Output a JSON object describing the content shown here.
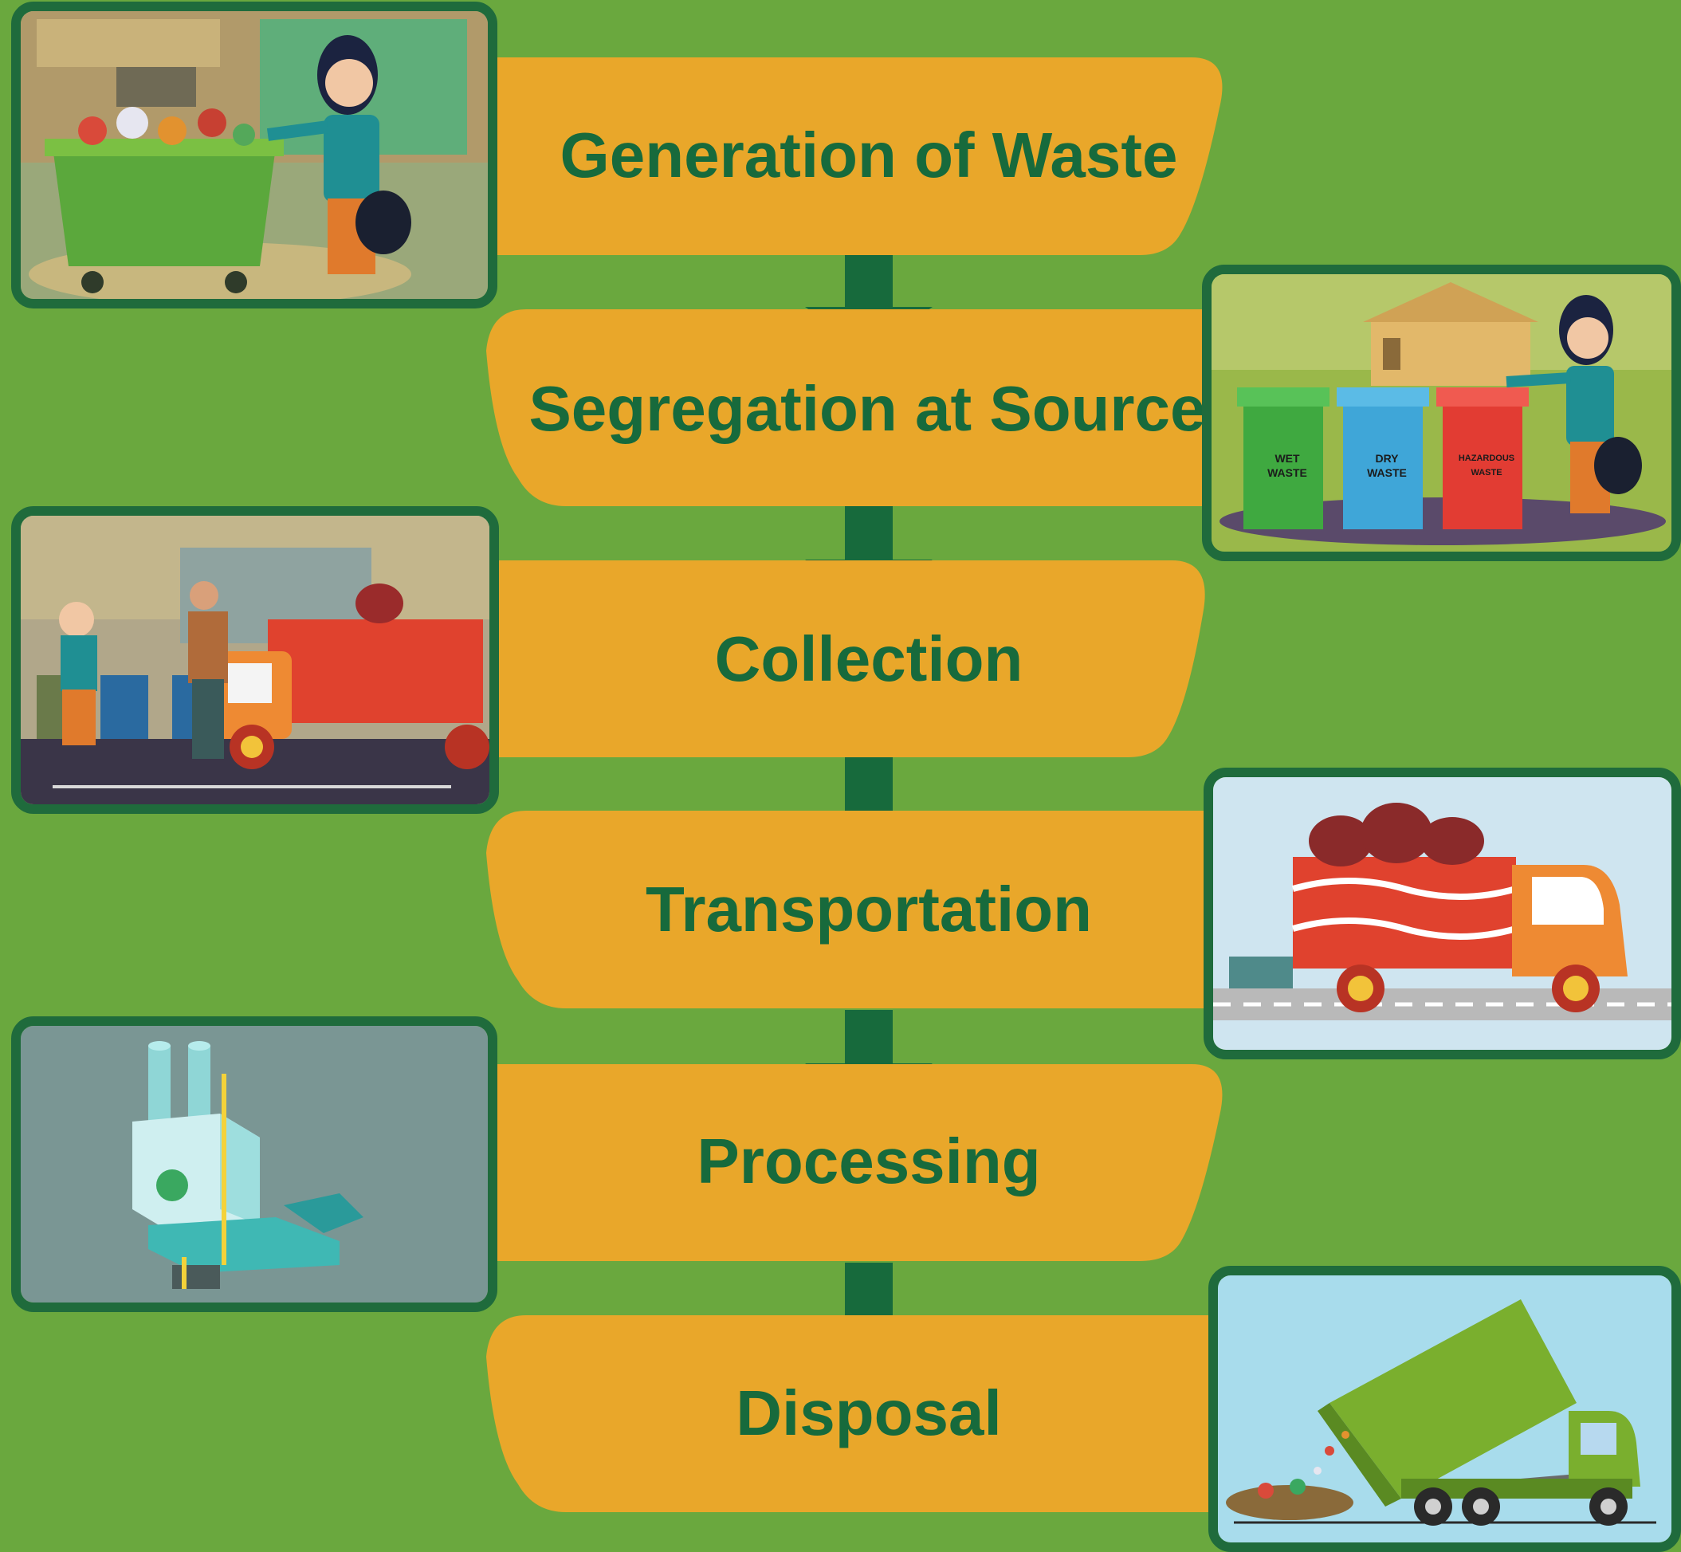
{
  "colors": {
    "background": "#6aa83e",
    "step_fill": "#e9a72a",
    "arrow": "#176a3c",
    "label_text": "#176a3c",
    "panel_border": "#1f6b3c"
  },
  "steps": [
    {
      "label": "Generation of Waste"
    },
    {
      "label": "Segregation at Source"
    },
    {
      "label": "Collection"
    },
    {
      "label": "Transportation"
    },
    {
      "label": "Processing"
    },
    {
      "label": "Disposal"
    }
  ],
  "bins": {
    "wet": [
      "WET",
      "WASTE"
    ],
    "dry": [
      "DRY",
      "WASTE"
    ],
    "hazardous": [
      "HAZARDOUS",
      "WASTE"
    ]
  },
  "illustrations": [
    {
      "name": "household-waste-illustration"
    },
    {
      "name": "segregation-bins-illustration"
    },
    {
      "name": "collection-truck-illustration"
    },
    {
      "name": "transport-truck-illustration"
    },
    {
      "name": "processing-plant-illustration"
    },
    {
      "name": "dumper-truck-illustration"
    }
  ]
}
